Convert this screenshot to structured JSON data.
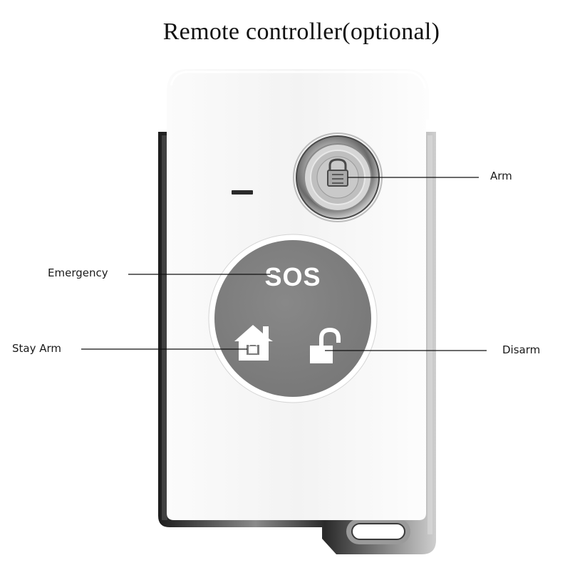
{
  "title": "Remote controller(optional)",
  "callouts": {
    "arm": "Arm",
    "emergency": "Emergency",
    "stay_arm": "Stay Arm",
    "disarm": "Disarm"
  },
  "remote": {
    "sos_text": "SOS",
    "arm_button_icon": "lock-icon",
    "stay_arm_icon": "house-lock-icon",
    "disarm_icon": "unlock-icon",
    "indicator": "led-indicator"
  },
  "colors": {
    "body": "#f4f4f4",
    "chrome": "#2c2c2c",
    "pad": "#808080",
    "pad_symbol": "#ffffff"
  }
}
